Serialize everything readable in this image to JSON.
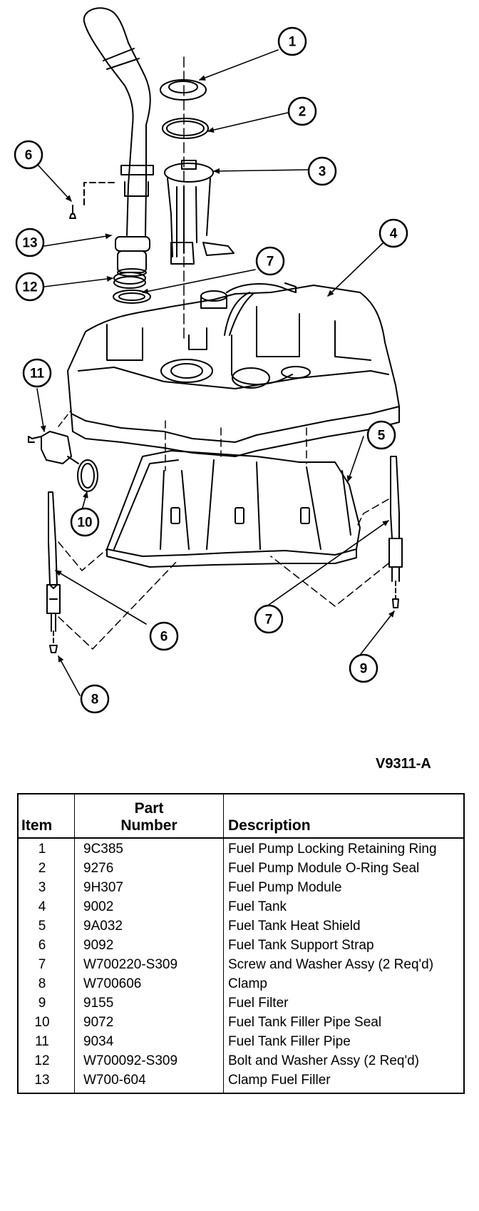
{
  "figure": {
    "code": "V9311-A",
    "callouts": [
      "1",
      "2",
      "3",
      "4",
      "5",
      "6",
      "7",
      "8",
      "9",
      "10",
      "11",
      "12",
      "13",
      "6",
      "7"
    ]
  },
  "table": {
    "headers": {
      "item": "Item",
      "part_line1": "Part",
      "part_line2": "Number",
      "description": "Description"
    },
    "rows": [
      {
        "item": "1",
        "part": "9C385",
        "description": "Fuel Pump Locking Retaining Ring"
      },
      {
        "item": "2",
        "part": "9276",
        "description": "Fuel Pump Module O-Ring Seal"
      },
      {
        "item": "3",
        "part": "9H307",
        "description": "Fuel Pump Module"
      },
      {
        "item": "4",
        "part": "9002",
        "description": "Fuel Tank"
      },
      {
        "item": "5",
        "part": "9A032",
        "description": "Fuel Tank Heat Shield"
      },
      {
        "item": "6",
        "part": "9092",
        "description": "Fuel Tank Support Strap"
      },
      {
        "item": "7",
        "part": "W700220-S309",
        "description": "Screw and Washer Assy (2 Req'd)"
      },
      {
        "item": "8",
        "part": "W700606",
        "description": "Clamp"
      },
      {
        "item": "9",
        "part": "9155",
        "description": "Fuel Filter"
      },
      {
        "item": "10",
        "part": "9072",
        "description": "Fuel Tank Filler Pipe Seal"
      },
      {
        "item": "11",
        "part": "9034",
        "description": "Fuel Tank Filler Pipe"
      },
      {
        "item": "12",
        "part": "W700092-S309",
        "description": "Bolt and Washer Assy (2 Req'd)"
      },
      {
        "item": "13",
        "part": "W700-604",
        "description": "Clamp Fuel Filler"
      }
    ]
  }
}
